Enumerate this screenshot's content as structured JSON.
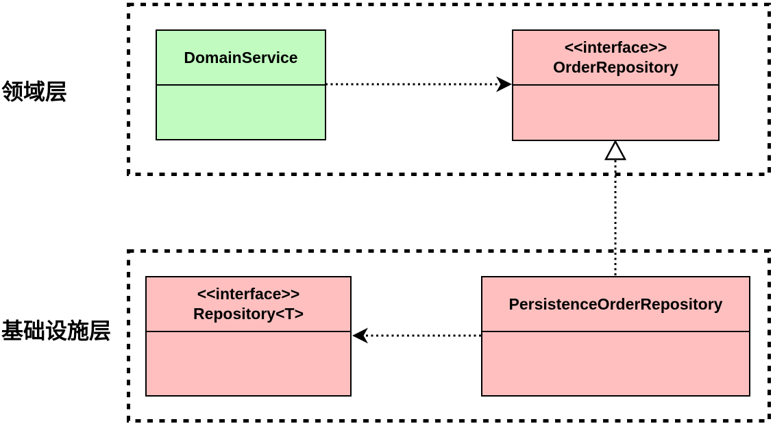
{
  "diagram": {
    "type": "uml-class-diagram",
    "layers": [
      {
        "id": "domain",
        "label": "领域层"
      },
      {
        "id": "infrastructure",
        "label": "基础设施层"
      }
    ],
    "classes": {
      "domain_service": {
        "title": "DomainService",
        "layer": "domain",
        "fill": "#c1fbc0"
      },
      "order_repository": {
        "stereotype": "<<interface>>",
        "title": "OrderRepository",
        "layer": "domain",
        "fill": "#ffbfbf"
      },
      "repository_t": {
        "stereotype": "<<interface>>",
        "title": "Repository<T>",
        "layer": "infrastructure",
        "fill": "#ffbfbf"
      },
      "persistence_order_repository": {
        "title": "PersistenceOrderRepository",
        "layer": "infrastructure",
        "fill": "#ffbfbf"
      }
    },
    "relations": [
      {
        "from": "DomainService",
        "to": "OrderRepository",
        "type": "dependency",
        "line": "dotted",
        "arrowhead": "open-filled"
      },
      {
        "from": "PersistenceOrderRepository",
        "to": "OrderRepository",
        "type": "realization",
        "line": "dotted",
        "arrowhead": "hollow-triangle"
      },
      {
        "from": "PersistenceOrderRepository",
        "to": "Repository<T>",
        "type": "dependency",
        "line": "dotted",
        "arrowhead": "open-filled"
      }
    ],
    "colors": {
      "class_green": "#c1fbc0",
      "class_pink": "#ffbfbf",
      "line": "#000000",
      "background": "#ffffff"
    }
  }
}
